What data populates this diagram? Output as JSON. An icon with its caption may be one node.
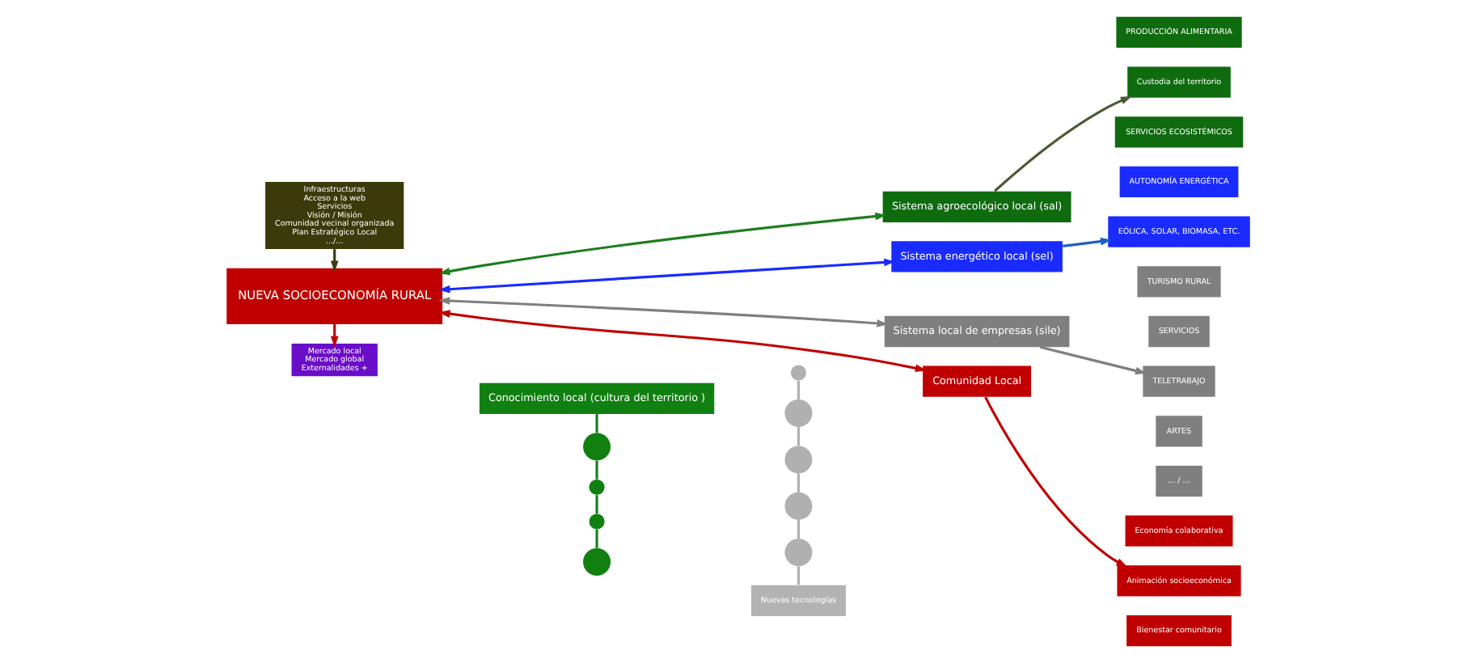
{
  "diagram": {
    "nodes": [
      {
        "text": [
          "Mercado local",
          "Mercado global",
          "Externalidades +"
        ]
      },
      {
        "text": [
          "Conocimiento local (cultura del territorio )"
        ]
      },
      {
        "text": [
          "Sistema agroecológico local (sal)"
        ]
      },
      {
        "text": [
          "PRODUCCIÓN ALIMENTARIA"
        ]
      },
      {
        "text": [
          "Custodia del territorio"
        ]
      },
      {
        "text": [
          "SERVICIOS ECOSISTÉMICOS"
        ]
      },
      {
        "text": [
          "NUEVA SOCIOECONOMÍA RURAL"
        ]
      },
      {
        "text": [
          "Sistema energético local (sel)"
        ]
      },
      {
        "text": [
          "AUTONOMÍA ENERGÉTICA"
        ]
      },
      {
        "text": [
          "EÓLICA, SOLAR, BIOMASA, ETC."
        ]
      },
      {
        "text": [
          "Sistema local de empresas (sile)"
        ]
      },
      {
        "text": [
          "TURISMO RURAL"
        ]
      },
      {
        "text": [
          "SERVICIOS"
        ]
      },
      {
        "text": [
          "TELETRABAJO"
        ]
      },
      {
        "text": [
          "ARTES"
        ]
      },
      {
        "text": [
          "... / ..."
        ]
      },
      {
        "text": [
          "Infraestructuras",
          "Acceso a la web",
          "Servicios",
          "Visión / Misión",
          "Comunidad vecinal organizada",
          "Plan Estratégico Local",
          ".../..."
        ]
      },
      {
        "text": [
          "Nuevas tecnologías"
        ]
      },
      {
        "text": [
          "Comunidad Local"
        ]
      },
      {
        "text": [
          "Economía colaborativa"
        ]
      },
      {
        "text": [
          "Animación socioeconómica"
        ]
      },
      {
        "text": [
          "Bienestar comunitario"
        ]
      },
      {
        "text": [],
        "shape": "circle"
      },
      {
        "text": [],
        "shape": "circle"
      },
      {
        "text": [],
        "shape": "circle"
      },
      {
        "text": [],
        "shape": "circle"
      },
      {
        "text": [],
        "shape": "circle"
      },
      {
        "text": [],
        "shape": "circle"
      },
      {
        "text": [],
        "shape": "circle"
      },
      {
        "text": [],
        "shape": "circle"
      },
      {
        "text": [],
        "shape": "circle"
      }
    ],
    "edges": [
      {
        "from": 6,
        "to": 0,
        "arrow": "to",
        "color": "#c00000"
      },
      {
        "from": 16,
        "to": 6,
        "arrow": "to",
        "color": "#3c3c14"
      },
      {
        "from": 6,
        "to": 2,
        "arrow": "both",
        "color": "#1e7d1e"
      },
      {
        "from": 6,
        "to": 7,
        "arrow": "both",
        "color": "#1a2bff"
      },
      {
        "from": 6,
        "to": 10,
        "arrow": "both",
        "color": "#7f7f7f"
      },
      {
        "from": 6,
        "to": 18,
        "arrow": "both",
        "color": "#c00000"
      },
      {
        "from": 2,
        "to": 4,
        "arrow": "to",
        "color": "#4b5a32"
      },
      {
        "from": 7,
        "to": 9,
        "arrow": "to",
        "color": "#1f5fbf"
      },
      {
        "from": 10,
        "to": 13,
        "arrow": "to",
        "color": "#7f7f7f"
      },
      {
        "from": 18,
        "to": 20,
        "arrow": "to",
        "color": "#c00000"
      },
      {
        "from": 1,
        "to": 22,
        "arrow": "none",
        "color": "#1e7d1e"
      },
      {
        "from": 22,
        "to": 23,
        "arrow": "none",
        "color": "#1e7d1e"
      },
      {
        "from": 23,
        "to": 24,
        "arrow": "none",
        "color": "#1e7d1e"
      },
      {
        "from": 24,
        "to": 25,
        "arrow": "none",
        "color": "#1e7d1e"
      },
      {
        "from": 26,
        "to": 27,
        "arrow": "none",
        "color": "#b0b0b0"
      },
      {
        "from": 27,
        "to": 28,
        "arrow": "none",
        "color": "#b0b0b0"
      },
      {
        "from": 28,
        "to": 29,
        "arrow": "none",
        "color": "#b0b0b0"
      },
      {
        "from": 29,
        "to": 30,
        "arrow": "none",
        "color": "#b0b0b0"
      },
      {
        "from": 30,
        "to": 17,
        "arrow": "none",
        "color": "#b0b0b0"
      }
    ]
  }
}
